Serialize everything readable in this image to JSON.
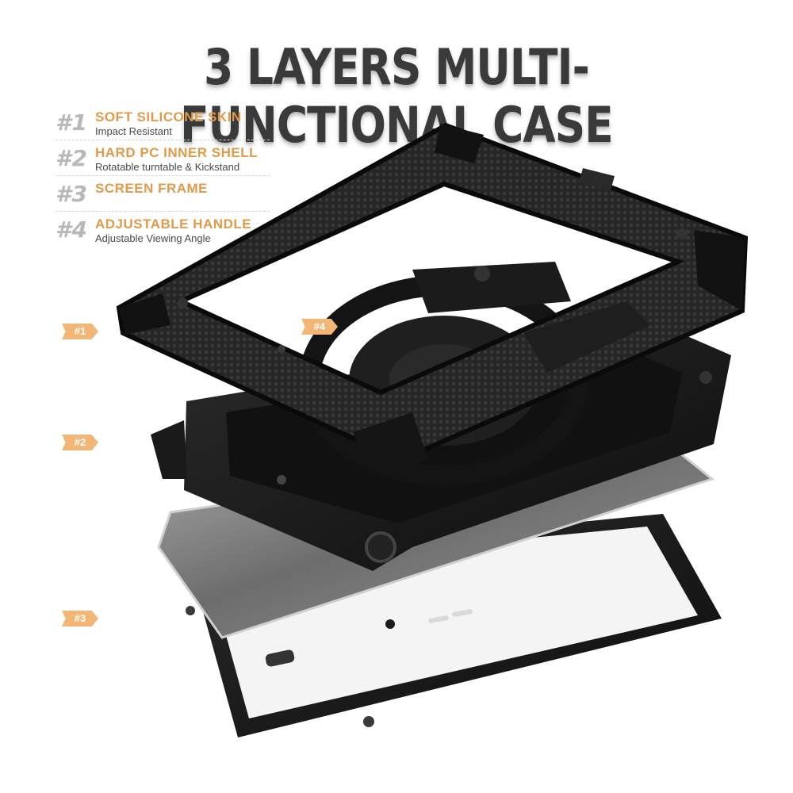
{
  "title": "3 LAYERS MULTI-FUNCTIONAL CASE",
  "features": [
    {
      "num": "#1",
      "heading": "SOFT SILICONE SKIN",
      "sub": "Impact Resistant"
    },
    {
      "num": "#2",
      "heading": "HARD PC INNER SHELL",
      "sub": "Rotatable turntable & Kickstand"
    },
    {
      "num": "#3",
      "heading": "SCREEN FRAME",
      "sub": ""
    },
    {
      "num": "#4",
      "heading": "ADJUSTABLE HANDLE",
      "sub": "Adjustable Viewing Angle"
    }
  ],
  "tags": {
    "t1": "#1",
    "t2": "#2",
    "t3": "#3",
    "t4": "#4"
  },
  "colors": {
    "accent": "#e09a4a",
    "tag": "#f2b676",
    "number": "#b8b8b8",
    "case": "#1a1a1a",
    "tablet": "#8c8c8c"
  }
}
